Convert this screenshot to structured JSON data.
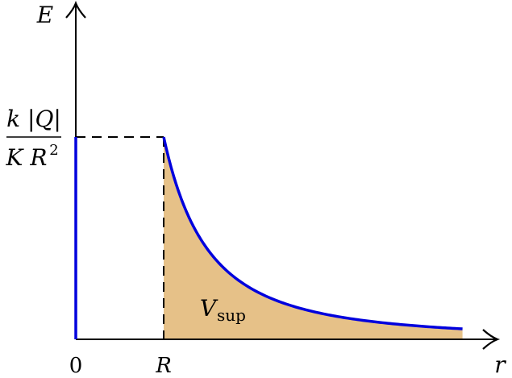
{
  "chart_data": {
    "type": "line",
    "title": "",
    "xlabel": "r",
    "ylabel": "E",
    "x_ticks": [
      "0",
      "R"
    ],
    "y_tick": {
      "numerator": "k |Q|",
      "denominator_main": "K R",
      "denominator_exp": "2"
    },
    "shaded_region_label": {
      "main": "V",
      "subscript": "sup"
    },
    "series": [
      {
        "color": "#0000dd",
        "description": "E = 0 for r < R; E = kQ/(K r^2) for r >= R",
        "x": [
          0,
          1.0,
          1.2,
          1.4,
          1.6,
          1.8,
          2.0,
          2.5,
          3.0,
          3.5,
          4.0,
          4.4
        ],
        "y": [
          0,
          1.0,
          0.694,
          0.51,
          0.391,
          0.309,
          0.25,
          0.16,
          0.111,
          0.082,
          0.0625,
          0.052
        ]
      }
    ],
    "xlim": [
      0,
      5
    ],
    "ylim": [
      0,
      1.6
    ],
    "fill_color": "#e6c188",
    "grid": false
  }
}
